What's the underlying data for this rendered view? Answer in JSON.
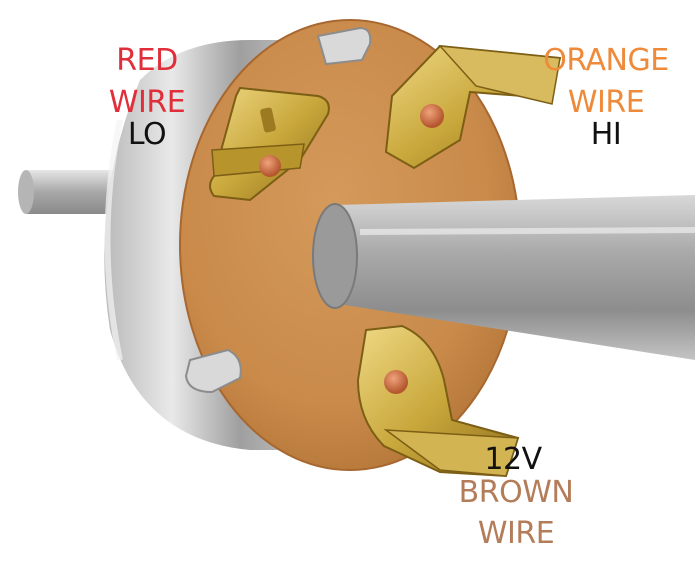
{
  "labels": {
    "red_wire": {
      "line1": "RED",
      "line2": "WIRE",
      "function": "LO"
    },
    "orange_wire": {
      "line1": "ORANGE",
      "line2": "WIRE",
      "function": "HI"
    },
    "brown_wire": {
      "function": "12V",
      "line1": "BROWN",
      "line2": "WIRE"
    }
  },
  "colors": {
    "red_label": "#e02e3a",
    "orange_label": "#ee8a3a",
    "brown_label": "#b47d5a",
    "wafer": "#c98a4a",
    "terminal_brass": "#c9a83c",
    "metal_shaft": "#9a9a9a"
  }
}
